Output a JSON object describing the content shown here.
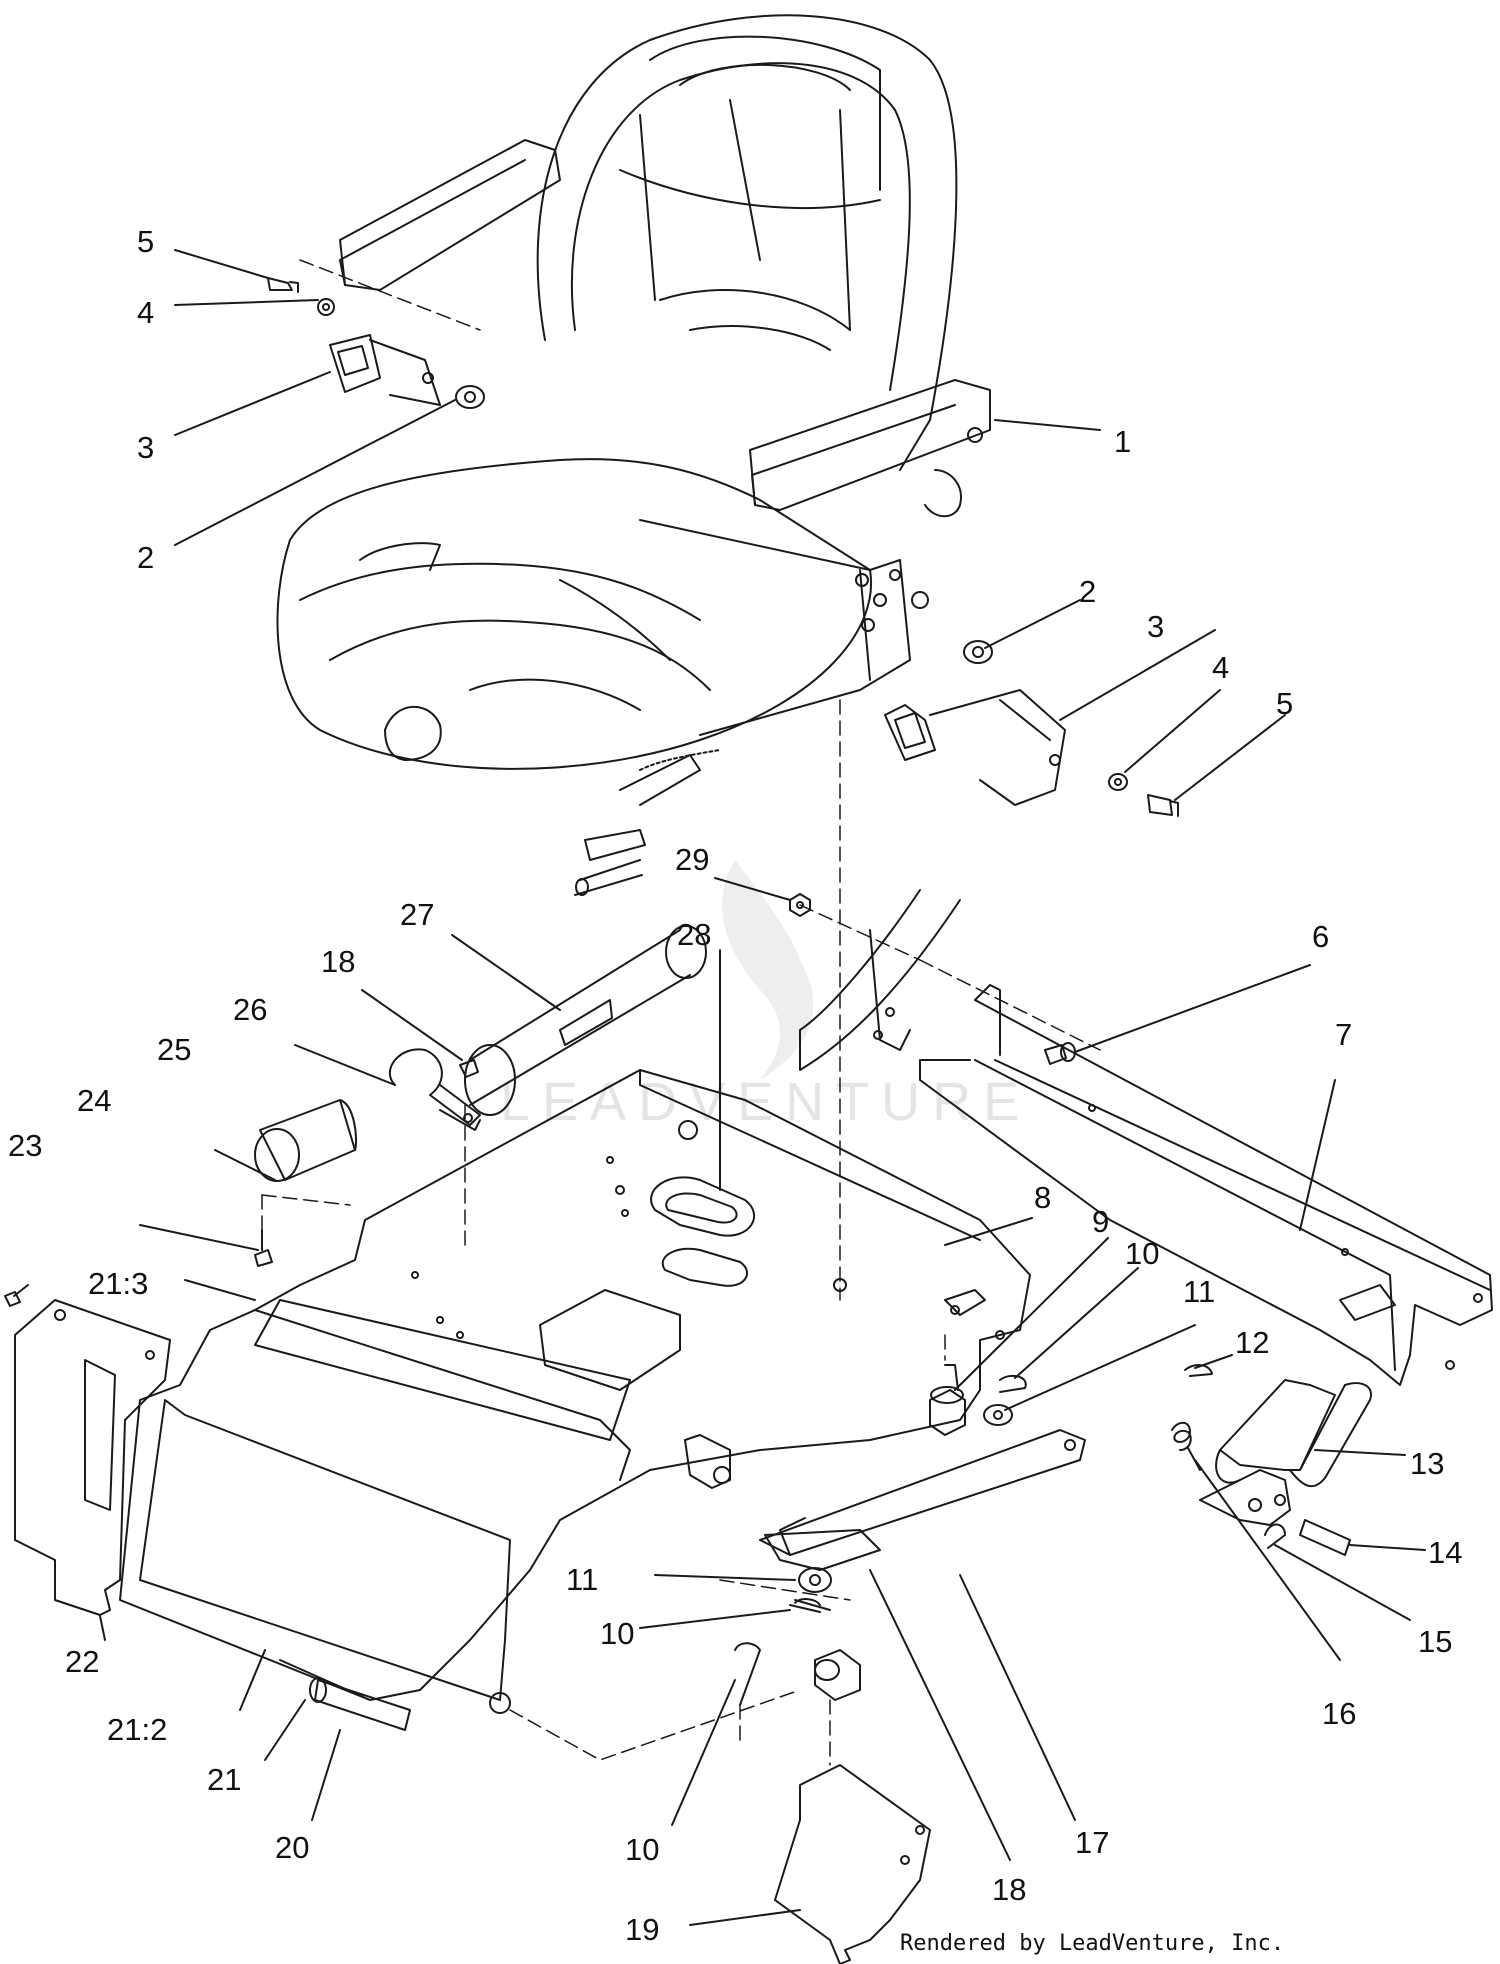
{
  "diagram": {
    "callouts": [
      "1",
      "2",
      "3",
      "4",
      "5",
      "2",
      "3",
      "4",
      "5",
      "6",
      "7",
      "8",
      "9",
      "10",
      "11",
      "12",
      "13",
      "14",
      "15",
      "16",
      "17",
      "18",
      "10",
      "11",
      "10",
      "19",
      "20",
      "21",
      "21:2",
      "22",
      "23",
      "24",
      "21:3",
      "25",
      "26",
      "18",
      "27",
      "28",
      "29"
    ],
    "watermark": "LEADVENTURE",
    "footer_credit": "Rendered by LeadVenture, Inc."
  }
}
